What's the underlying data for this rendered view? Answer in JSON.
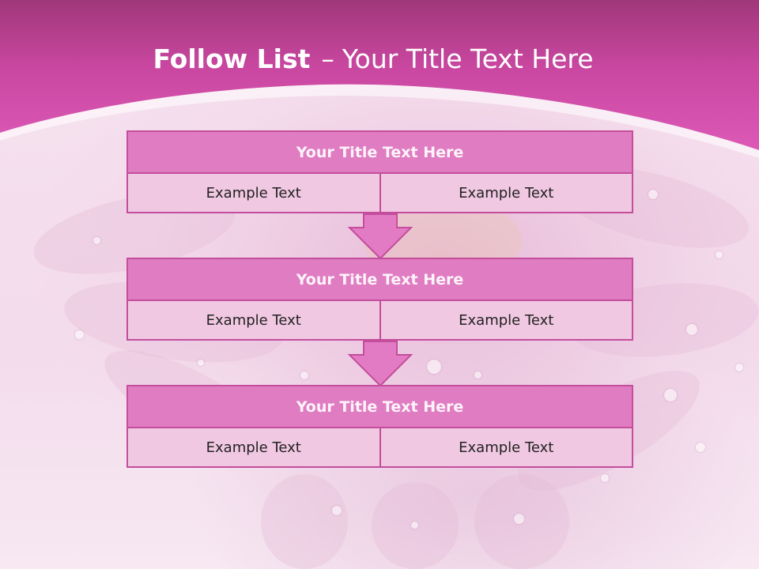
{
  "slide": {
    "title_bold": "Follow List",
    "title_sep": "–",
    "title_rest": "Your Title Text Here"
  },
  "steps": [
    {
      "title": "Your Title Text Here",
      "cells": [
        "Example Text",
        "Example Text"
      ]
    },
    {
      "title": "Your Title Text Here",
      "cells": [
        "Example Text",
        "Example Text"
      ]
    },
    {
      "title": "Your Title Text Here",
      "cells": [
        "Example Text",
        "Example Text"
      ]
    }
  ],
  "colors": {
    "header": "#d452ad",
    "title_band": "#e07cc2",
    "cell_fill": "#f1c8e2",
    "border": "#c44d9c",
    "arrow": "#e27ac4"
  }
}
